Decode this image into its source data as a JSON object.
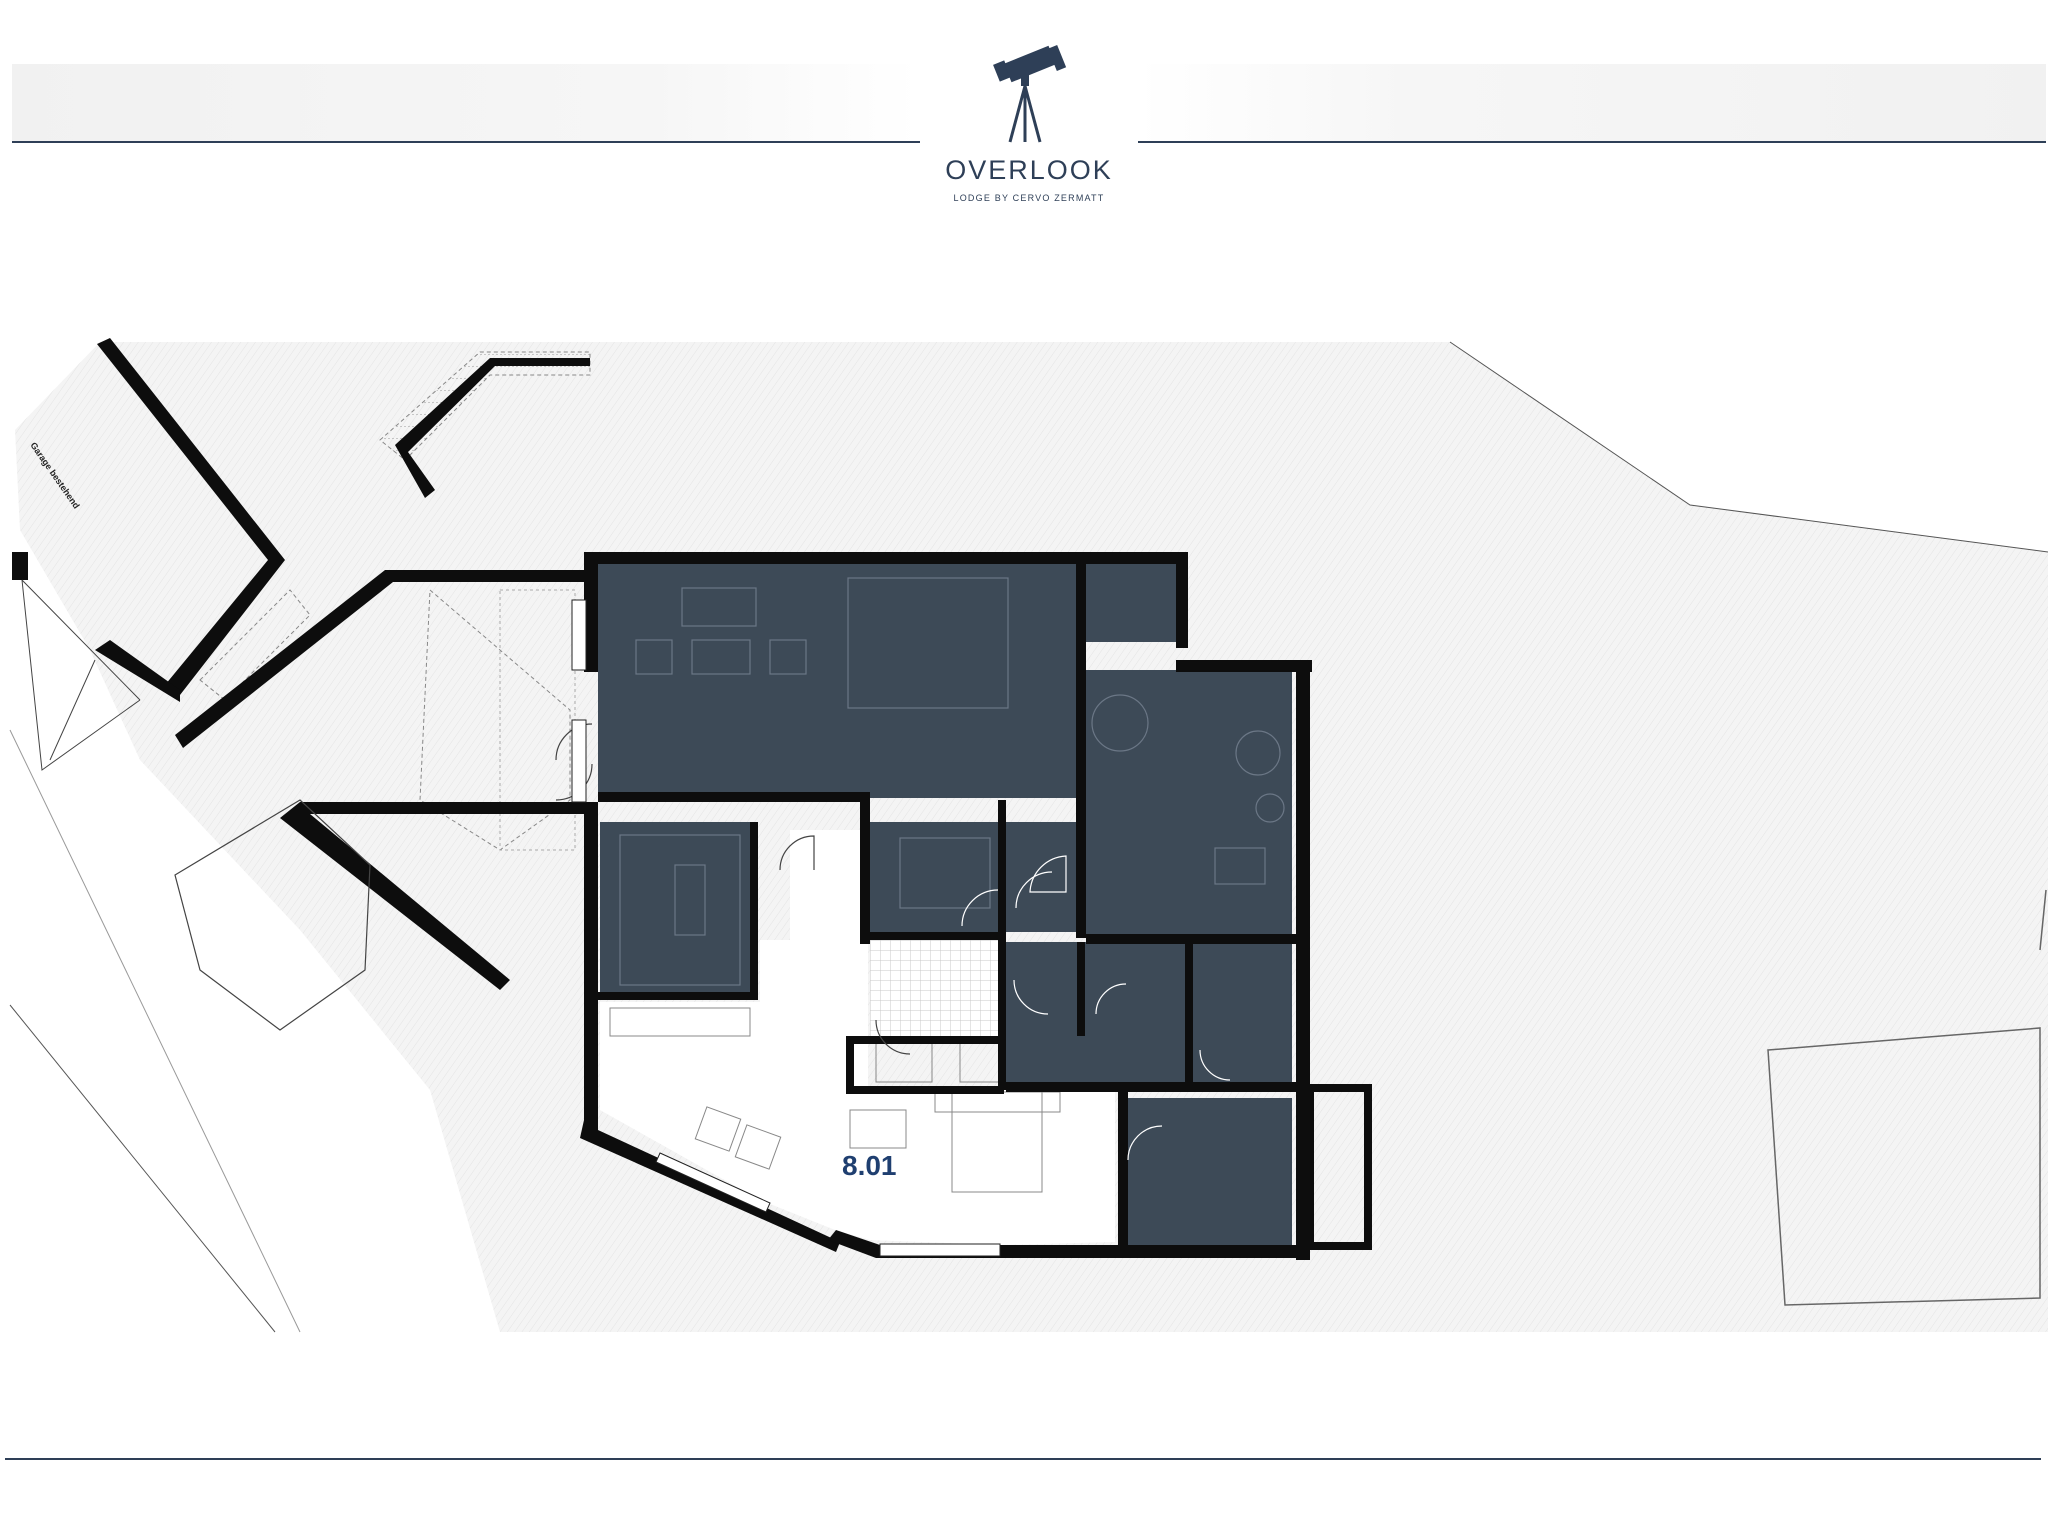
{
  "brand": {
    "name": "OVERLOOK",
    "tagline": "LODGE BY CERVO ZERMATT",
    "logo_icon": "telescope-icon",
    "color": "#2e3f57"
  },
  "plan": {
    "unit_label": "8.01",
    "garage_label": "Garage bestehend",
    "colors": {
      "highlight": "#3d4a57",
      "wall": "#0d0d0d",
      "terrain": "#f3f3f3",
      "unit_text": "#1f3f70"
    }
  }
}
